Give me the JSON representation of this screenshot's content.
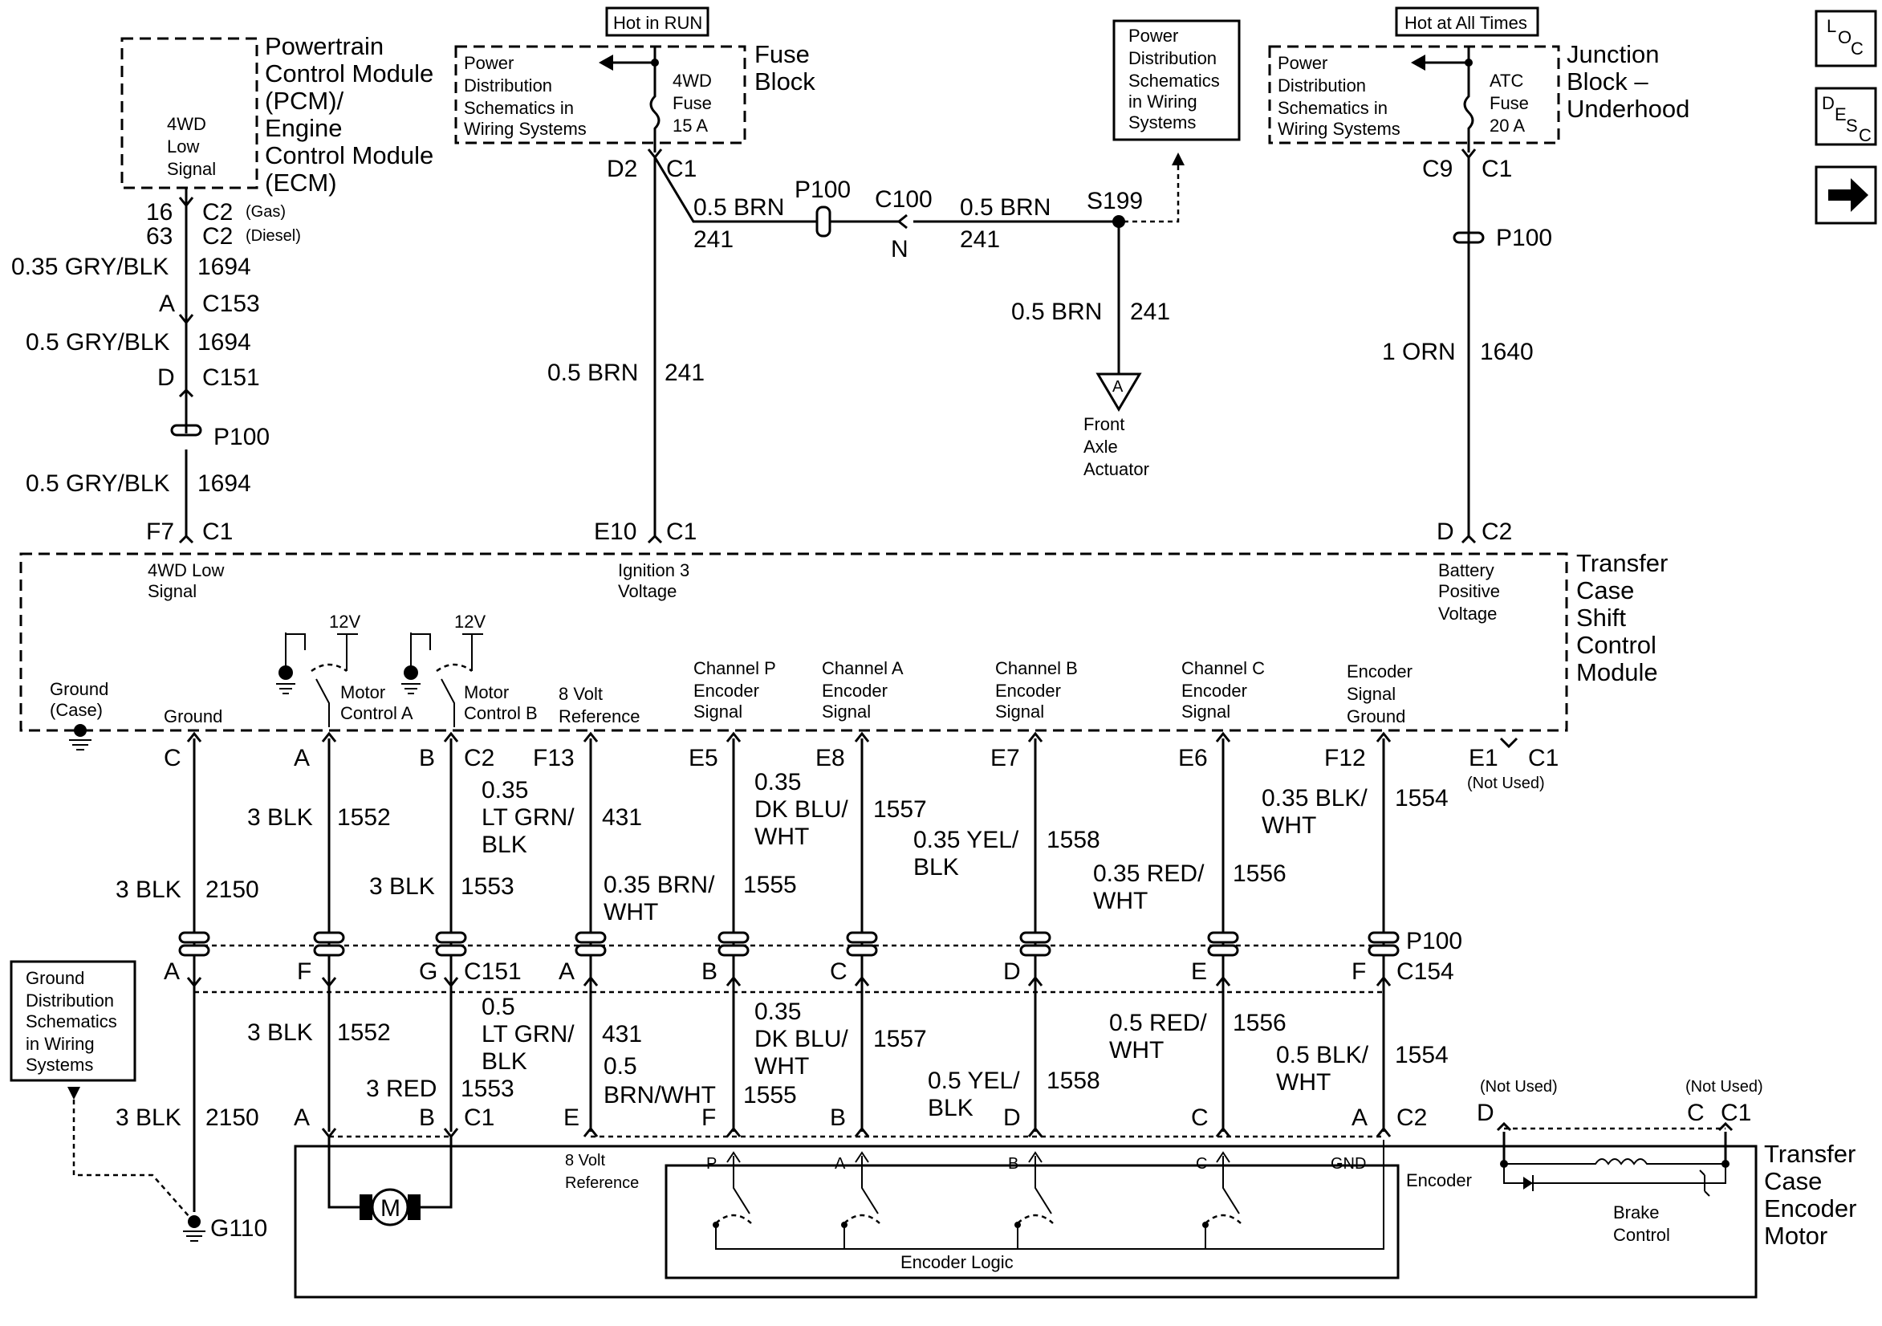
{
  "blocks": {
    "pcm": {
      "title": [
        "Powertrain",
        "Control Module",
        "(PCM)/",
        "Engine",
        "Control Module",
        "(ECM)"
      ],
      "inner": [
        "4WD",
        "Low",
        "Signal"
      ]
    },
    "fuse": {
      "tag": "Hot in RUN",
      "title": [
        "Fuse",
        "Block"
      ],
      "ref": [
        "Power",
        "Distribution",
        "Schematics in",
        "Wiring Systems"
      ],
      "fuse": [
        "4WD",
        "Fuse",
        "15 A"
      ]
    },
    "pds": {
      "text": [
        "Power",
        "Distribution",
        "Schematics",
        "in Wiring",
        "Systems"
      ]
    },
    "junction": {
      "tag": "Hot at All Times",
      "title": [
        "Junction",
        "Block –",
        "Underhood"
      ],
      "ref": [
        "Power",
        "Distribution",
        "Schematics in",
        "Wiring Systems"
      ],
      "fuse": [
        "ATC",
        "Fuse",
        "20 A"
      ]
    },
    "tccm": {
      "title": [
        "Transfer",
        "Case",
        "Shift",
        "Control",
        "Module"
      ]
    },
    "motor": {
      "title": [
        "Transfer",
        "Case",
        "Encoder",
        "Motor"
      ]
    },
    "ground_ref": {
      "text": [
        "Ground",
        "Distribution",
        "Schematics",
        "in Wiring",
        "Systems"
      ]
    }
  },
  "nav_icons": [
    {
      "name": "loc-icon",
      "letters": [
        "L",
        "O",
        "C"
      ]
    },
    {
      "name": "desc-icon",
      "letters": [
        "D",
        "E",
        "S",
        "C"
      ]
    },
    {
      "name": "next-arrow-icon",
      "glyph": "➔"
    }
  ],
  "labels": {
    "pcm_pins": [
      "16",
      "63",
      "C2",
      "C2",
      "(Gas)",
      "(Diesel)"
    ],
    "w1694a": [
      "0.35 GRY/BLK",
      "1694"
    ],
    "c153": [
      "A",
      "C153"
    ],
    "w1694b": [
      "0.5 GRY/BLK",
      "1694"
    ],
    "c151_top": [
      "D",
      "C151"
    ],
    "p100_left": "P100",
    "w1694c": [
      "0.5 GRY/BLK",
      "1694"
    ],
    "f7": [
      "F7",
      "C1"
    ],
    "tccm_4wd": [
      "4WD Low",
      "Signal"
    ],
    "d2": [
      "D2",
      "C1"
    ],
    "w241a": [
      "0.5 BRN",
      "241"
    ],
    "p100_mid": "P100",
    "c100": [
      "C100",
      "N"
    ],
    "w241b": [
      "0.5 BRN",
      "241"
    ],
    "s199": "S199",
    "w241c": [
      "0.5 BRN",
      "241"
    ],
    "w241d": [
      "0.5 BRN",
      "241"
    ],
    "front_axle": [
      "Front",
      "Axle",
      "Actuator"
    ],
    "tri_a": "A",
    "e10": [
      "E10",
      "C1"
    ],
    "ign3": [
      "Ignition 3",
      "Voltage"
    ],
    "c9": [
      "C9",
      "C1"
    ],
    "p100_right": "P100",
    "w1640": [
      "1 ORN",
      "1640"
    ],
    "d_c2": [
      "D",
      "C2"
    ],
    "batt": [
      "Battery",
      "Positive",
      "Voltage"
    ],
    "switch_12v": [
      "12V",
      "12V"
    ],
    "ground_case": [
      "Ground",
      "(Case)"
    ],
    "signals": [
      "Ground",
      "Motor",
      "Control A",
      "Motor",
      "Control B",
      "8 Volt",
      "Reference",
      "Channel P",
      "Encoder",
      "Signal",
      "Channel A",
      "Encoder",
      "Signal",
      "Channel B",
      "Encoder",
      "Signal",
      "Channel C",
      "Encoder",
      "Signal",
      "Encoder",
      "Signal",
      "Ground"
    ],
    "pins_top": [
      "C",
      "A",
      "B",
      "C2",
      "F13",
      "E5",
      "E8",
      "E7",
      "E6",
      "F12",
      "E1",
      "C1",
      "(Not Used)"
    ],
    "wires_upper": [
      "3 BLK",
      "2150",
      "3 BLK",
      "1552",
      "3 BLK",
      "1553",
      "0.35",
      "LT GRN/",
      "BLK",
      "431",
      "0.35 BRN/",
      "WHT",
      "1555",
      "0.35",
      "DK BLU/",
      "WHT",
      "1557",
      "0.35 YEL/",
      "BLK",
      "1558",
      "0.35 RED/",
      "WHT",
      "1556",
      "0.35 BLK/",
      "WHT",
      "1554"
    ],
    "p100_row": "P100",
    "c151_row": [
      "A",
      "F",
      "G",
      "C151",
      "A",
      "B",
      "C",
      "D",
      "E",
      "F",
      "C154"
    ],
    "wires_lower": [
      "3 BLK",
      "1552",
      "0.5",
      "LT GRN/",
      "BLK",
      "431",
      "0.5",
      "BRN/WHT",
      "1555",
      "0.35",
      "DK BLU/",
      "WHT",
      "1557",
      "0.5 YEL/",
      "BLK",
      "1558",
      "0.5 RED/",
      "WHT",
      "1556",
      "0.5 BLK/",
      "WHT",
      "1554",
      "3 RED",
      "1553",
      "3 BLK",
      "2150"
    ],
    "motor_pins": [
      "A",
      "B",
      "C1",
      "E",
      "F",
      "B",
      "D",
      "C",
      "A",
      "C2"
    ],
    "brake_pins": [
      "(Not Used)",
      "(Not Used)",
      "D",
      "C",
      "C1"
    ],
    "encoder_inner": [
      "8 Volt",
      "Reference",
      "P",
      "A",
      "B",
      "C",
      "GND",
      "Encoder",
      "Encoder Logic",
      "Brake",
      "Control",
      "M"
    ],
    "g110": "G110"
  }
}
